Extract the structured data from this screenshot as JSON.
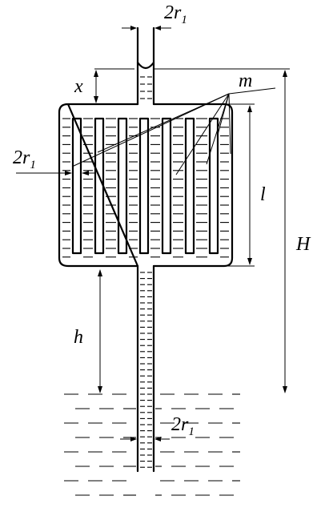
{
  "labels": {
    "top_radius": "2r",
    "left_radius": "2r",
    "bottom_radius": "2r",
    "radius_subscript": "1",
    "x": "x",
    "m": "m",
    "l": "l",
    "H": "H",
    "h": "h"
  },
  "colors": {
    "ink": "#000000",
    "background": "#ffffff"
  }
}
